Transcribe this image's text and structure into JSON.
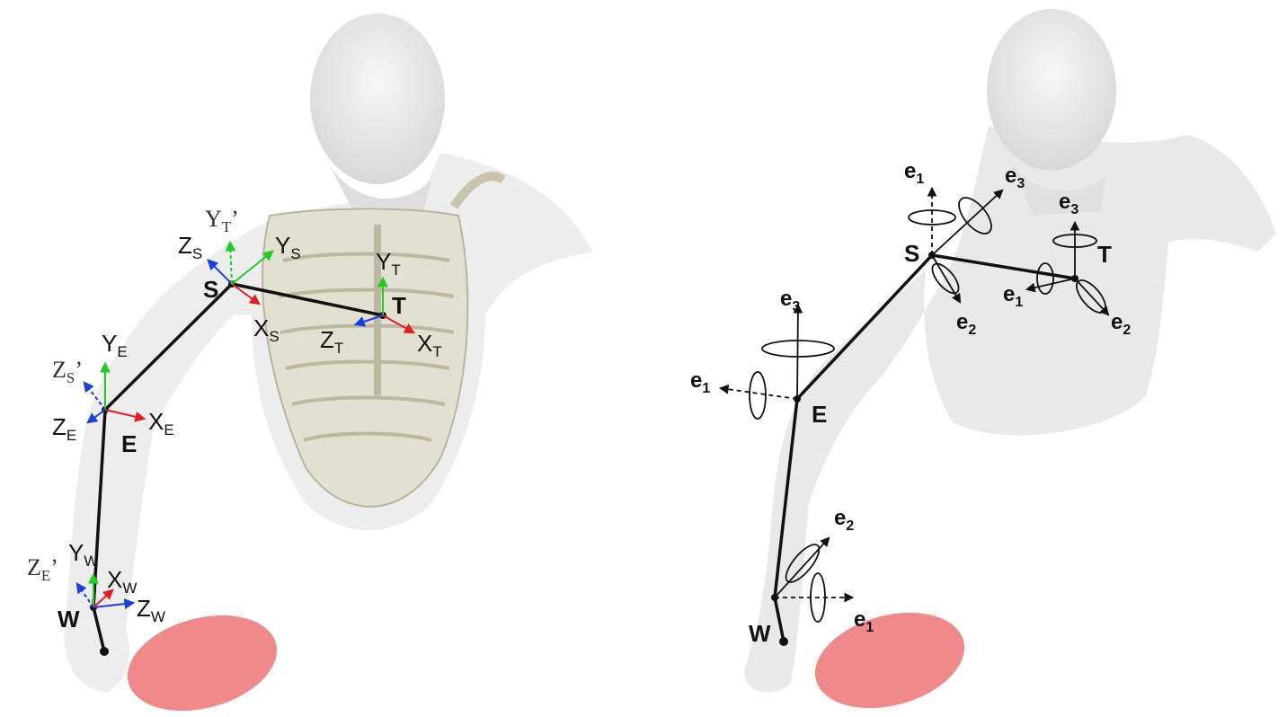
{
  "left_panel": {
    "points": {
      "S": "S",
      "T": "T",
      "E": "E",
      "W": "W"
    },
    "axes": {
      "zs": {
        "main": "Z",
        "sub": "S"
      },
      "yt_prime": {
        "main": "Y",
        "sub": "T",
        "prime": "’"
      },
      "ys": {
        "main": "Y",
        "sub": "S"
      },
      "xs": {
        "main": "X",
        "sub": "S"
      },
      "yt": {
        "main": "Y",
        "sub": "T"
      },
      "zt": {
        "main": "Z",
        "sub": "T"
      },
      "xt": {
        "main": "X",
        "sub": "T"
      },
      "ye": {
        "main": "Y",
        "sub": "E"
      },
      "zs_prime": {
        "main": "Z",
        "sub": "S",
        "prime": "’"
      },
      "ze": {
        "main": "Z",
        "sub": "E"
      },
      "xe": {
        "main": "X",
        "sub": "E"
      },
      "ze_prime": {
        "main": "Z",
        "sub": "E",
        "prime": "’"
      },
      "yw": {
        "main": "Y",
        "sub": "W"
      },
      "xw": {
        "main": "X",
        "sub": "W"
      },
      "zw": {
        "main": "Z",
        "sub": "W"
      }
    }
  },
  "right_panel": {
    "points": {
      "S": "S",
      "T": "T",
      "E": "E",
      "W": "W"
    },
    "vectors": {
      "s_e1": {
        "main": "e",
        "sub": "1"
      },
      "s_e3": {
        "main": "e",
        "sub": "3"
      },
      "s_e2": {
        "main": "e",
        "sub": "2"
      },
      "t_e3": {
        "main": "e",
        "sub": "3"
      },
      "t_e1": {
        "main": "e",
        "sub": "1"
      },
      "t_e2": {
        "main": "e",
        "sub": "2"
      },
      "e_e3": {
        "main": "e",
        "sub": "3"
      },
      "e_e1": {
        "main": "e",
        "sub": "1"
      },
      "w_e2": {
        "main": "e",
        "sub": "2"
      },
      "w_e1": {
        "main": "e",
        "sub": "1"
      }
    }
  },
  "colors": {
    "x_axis": "#e02020",
    "y_axis": "#22cc22",
    "z_axis": "#1a3fe0",
    "paddle": "#f08a8a",
    "link": "#111111"
  }
}
